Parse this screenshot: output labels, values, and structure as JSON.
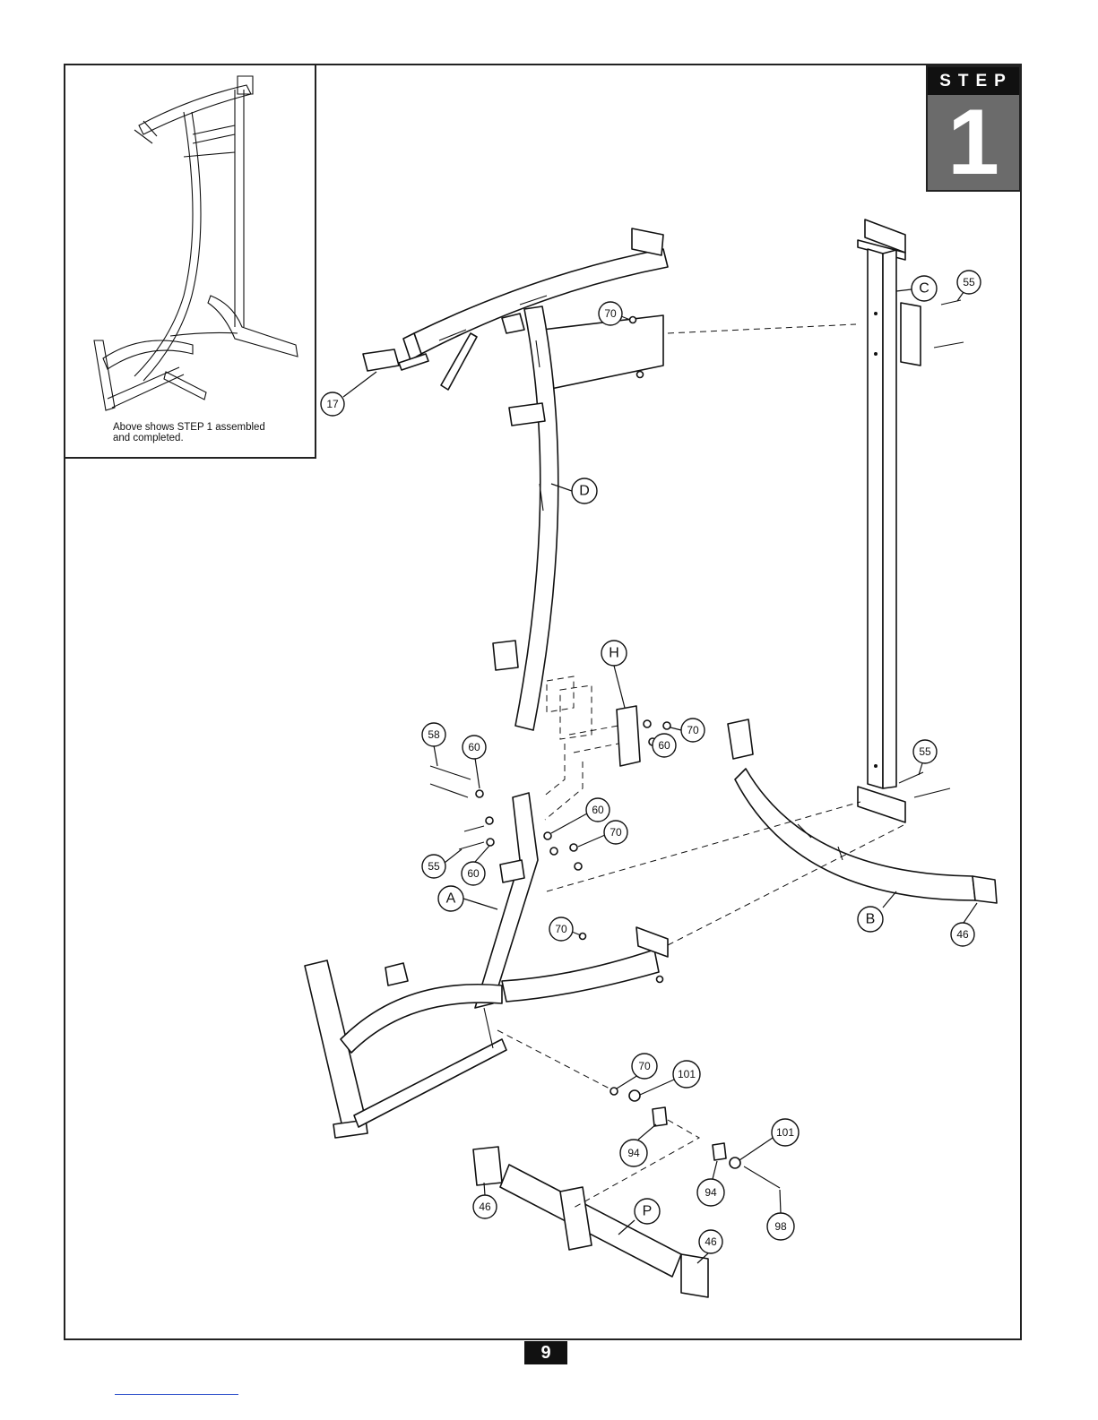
{
  "step": {
    "word": "STEP",
    "number": "1"
  },
  "inset": {
    "caption_line1": "Above shows STEP 1 assembled",
    "caption_line2": "and completed."
  },
  "page_number": "9",
  "part_labels": {
    "A": "A",
    "B": "B",
    "C": "C",
    "D": "D",
    "H": "H",
    "P": "P"
  },
  "callouts": {
    "c17": "17",
    "c70_top": "70",
    "c55_top": "55",
    "c58": "58",
    "c60_a": "60",
    "c60_b": "60",
    "c60_c": "60",
    "c60_d": "60",
    "c70_h": "70",
    "c70_mid": "70",
    "c55_mid": "55",
    "c55_right": "55",
    "c70_low": "70",
    "c46_right": "46",
    "c70_bottom": "70",
    "c101_a": "101",
    "c94_a": "94",
    "c101_b": "101",
    "c94_b": "94",
    "c98": "98",
    "c46_left": "46",
    "c46_bottom": "46"
  }
}
